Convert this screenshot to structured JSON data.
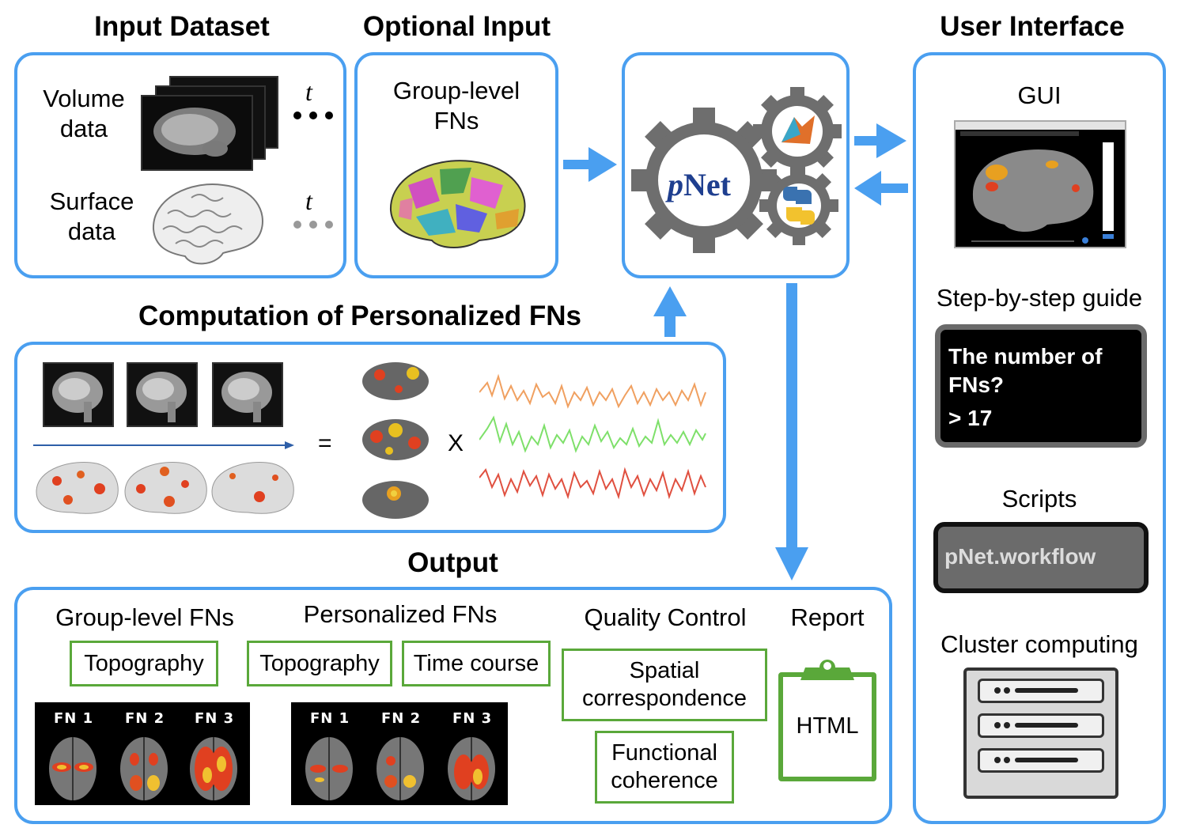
{
  "titles": {
    "input_dataset": "Input Dataset",
    "optional_input": "Optional Input",
    "user_interface": "User Interface",
    "computation": "Computation of Personalized FNs",
    "output": "Output"
  },
  "input": {
    "volume_label": "Volume\ndata",
    "surface_label": "Surface\ndata",
    "t_symbol": "t"
  },
  "optional": {
    "label": "Group-level\nFNs"
  },
  "pnet": {
    "logo_p": "p",
    "logo_rest": "Net"
  },
  "computation": {
    "equals": "=",
    "times": "X"
  },
  "ui": {
    "gui_label": "GUI",
    "guide_label": "Step-by-step guide",
    "guide_text_line1": "The number of",
    "guide_text_line2": "FNs?",
    "guide_text_line3": "> 17",
    "scripts_label": "Scripts",
    "scripts_text": "pNet.workflow",
    "cluster_label": "Cluster computing"
  },
  "output": {
    "group_heading": "Group-level FNs",
    "personalized_heading": "Personalized FNs",
    "qc_heading": "Quality Control",
    "report_heading": "Report",
    "group_topography": "Topography",
    "pers_topography": "Topography",
    "pers_timecourse": "Time course",
    "qc_spatial": "Spatial\ncorrespondence",
    "qc_functional": "Functional\ncoherence",
    "report_html": "HTML",
    "fn_labels": [
      "FN 1",
      "FN 2",
      "FN 3"
    ]
  },
  "colors": {
    "box_border": "#4a9ff0",
    "arrow": "#4a9ff0",
    "green_border": "#5aa83a",
    "gear": "#707070",
    "logo_text": "#1f3f8f",
    "trace_orange": "#f0a060",
    "trace_green": "#7ee06a",
    "trace_red": "#e05040"
  }
}
